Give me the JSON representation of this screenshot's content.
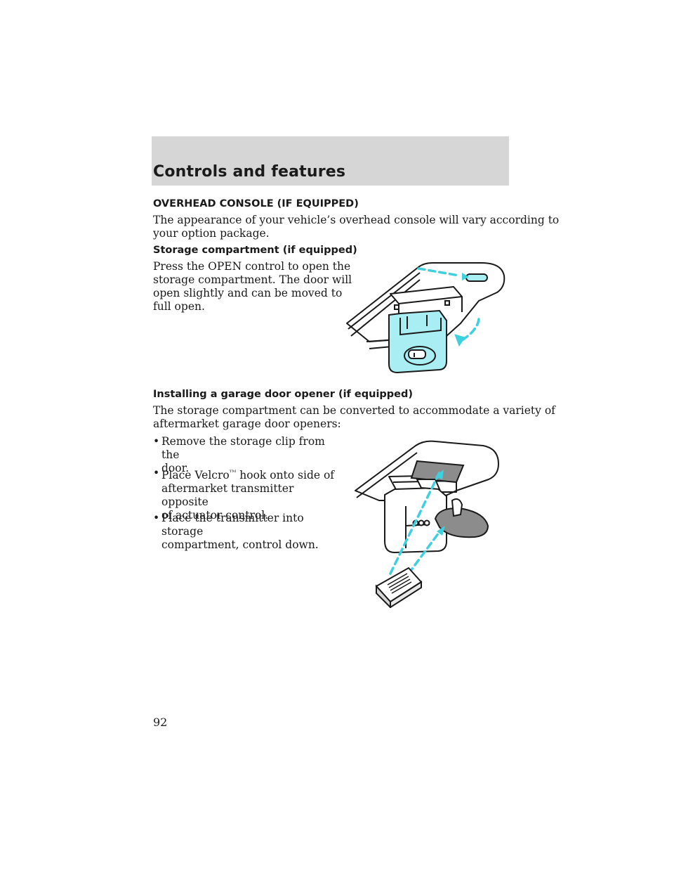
{
  "header": {
    "title": "Controls and features"
  },
  "section_overhead": {
    "heading": "OVERHEAD CONSOLE (IF EQUIPPED)",
    "intro_line1": "The appearance of your vehicle’s overhead console will vary according to",
    "intro_line2": "your option package."
  },
  "storage": {
    "heading": "Storage compartment (if equipped)",
    "lines": [
      "Press the OPEN control to open the",
      "storage compartment. The door will",
      "open slightly and can be moved to",
      "full open."
    ]
  },
  "garage": {
    "heading": "Installing a garage door opener (if equipped)",
    "intro_line1": "The storage compartment can be converted to accommodate a variety of",
    "intro_line2": "aftermarket garage door openers:",
    "bullets": [
      {
        "dot": "•",
        "line1": "Remove the storage clip from the",
        "line2": "door."
      },
      {
        "dot": "•",
        "line1": "Place Velcro",
        "tm": "ᵀᴹ",
        "line1b": "hook onto side of",
        "line2": "aftermarket transmitter opposite",
        "line3": "of actuator control."
      },
      {
        "dot": "•",
        "line1": "Place the transmitter into storage",
        "line2": "compartment, control down."
      }
    ]
  },
  "page": {
    "number": "92"
  },
  "colors": {
    "accent": "#a8eef2",
    "header_band": "#d6d6d6",
    "dashes": "#3fd0e0"
  }
}
